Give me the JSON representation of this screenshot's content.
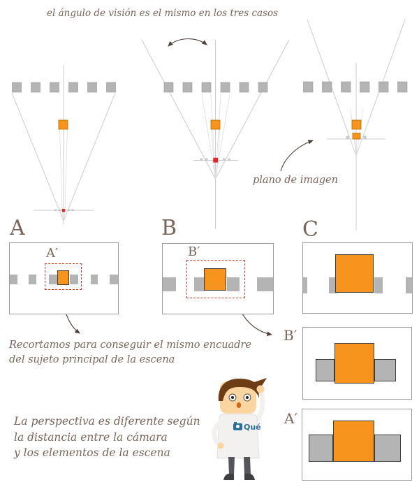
{
  "colors": {
    "orange": "#F7941D",
    "gray": "#B4B4B4",
    "line": "#CCCCCC",
    "red": "#E3262C",
    "dashed_red": "#E5332A",
    "text": "#7A655B",
    "arrow": "#50403A",
    "skin": "#FBD5A0",
    "hair": "#6F3D15",
    "shirt": "#F2F1EF",
    "legs": "#55565A",
    "shoes": "#3F3F41",
    "logo_blue": "#2E6F9A"
  },
  "header": {
    "title": "el ángulo de visión es el mismo en los tres casos"
  },
  "frustums": {
    "plane_label": "plano de imagen"
  },
  "photos": {
    "a": {
      "label": "A",
      "crop_label": "A′"
    },
    "b": {
      "label": "B",
      "crop_label": "B′"
    },
    "c": {
      "label": "C"
    }
  },
  "crops": {
    "b_prime_label": "B′",
    "a_prime_label": "A′"
  },
  "notes": {
    "crop_line1": "Recortamos para conseguir el mismo encuadre",
    "crop_line2": "del sujeto principal de la escena",
    "perspective_line1": "La perspectiva es diferente según",
    "perspective_line2": "la distancia entre la cámara",
    "perspective_line3": "y los elementos de la escena"
  },
  "mascot": {
    "logo_text": "Qué"
  }
}
